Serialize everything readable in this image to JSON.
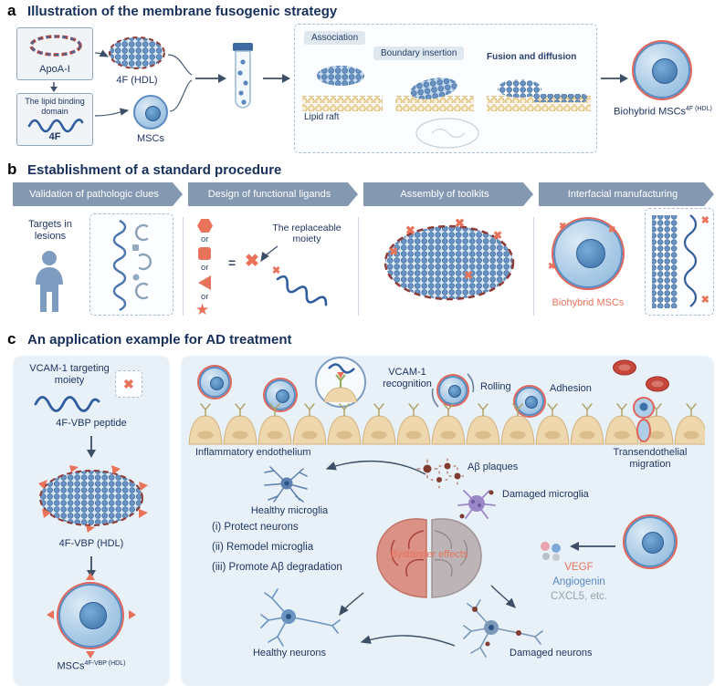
{
  "colors": {
    "navy": "#1e3461",
    "salmon": "#e8735a",
    "banner": "#8498b2",
    "panel_bg": "#e8f0f8"
  },
  "icons": {
    "x": "✖",
    "star": "★"
  },
  "panel_a": {
    "letter": "a",
    "title": "Illustration of the membrane fusogenic strategy",
    "apoa1": "ApoA-I",
    "lipid_domain": "The lipid binding domain",
    "peptide_name": "4F",
    "hdl": "4F (HDL)",
    "mscs": "MSCs",
    "association": "Association",
    "boundary": "Boundary insertion",
    "fusion": "Fusion and diffusion",
    "lipid_raft": "Lipid raft",
    "result": "Biohybrid MSCs",
    "result_sup": "4F (HDL)"
  },
  "panel_b": {
    "letter": "b",
    "title": "Establishment of a standard procedure",
    "steps": [
      {
        "label": "Validation of pathologic clues"
      },
      {
        "label": "Design of functional ligands"
      },
      {
        "label": "Assembly of toolkits"
      },
      {
        "label": "Interfacial manufacturing"
      }
    ],
    "targets": "Targets in lesions",
    "or1": "or",
    "or2": "or",
    "or3": "or",
    "equals": "=",
    "moiety": "The replaceable moiety",
    "biohybrid": "Biohybrid MSCs"
  },
  "panel_c": {
    "letter": "c",
    "title": "An application example for AD treatment",
    "left": {
      "vcam_moiety": "VCAM-1 targeting moiety",
      "peptide": "4F-VBP peptide",
      "hdl": "4F-VBP (HDL)",
      "mscs": "MSCs",
      "mscs_sup": "4F-VBP (HDL)"
    },
    "right": {
      "recognition": "VCAM-1 recognition",
      "rolling": "Rolling",
      "adhesion": "Adhesion",
      "endothelium": "Inflammatory endothelium",
      "migration": "Transendothelial migration",
      "healthy_microglia": "Healthy microglia",
      "plaques": "Aβ plaques",
      "damaged_microglia": "Damaged microglia",
      "effects": [
        "(i) Protect neurons",
        "(ii) Remodel microglia",
        "(iii) Promote Aβ degradation"
      ],
      "bystander": "Bystander effects",
      "vegf": "VEGF",
      "angiogenin": "Angiogenin",
      "cxcl5": "CXCL5, etc.",
      "healthy_neurons": "Healthy neurons",
      "damaged_neurons": "Damaged neurons"
    }
  }
}
